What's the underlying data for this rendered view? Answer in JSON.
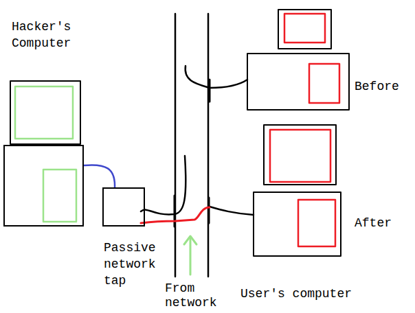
{
  "diagram": {
    "nodes": [
      {
        "text": [
          "Hacker's Computer"
        ]
      },
      {
        "text": [
          "Passive network tap"
        ]
      }
    ],
    "edges": [
      {
        "from": 0,
        "to": 1,
        "arrow": "none"
      }
    ],
    "labels": [
      "From network",
      "User's computer",
      "Before",
      "After"
    ]
  }
}
